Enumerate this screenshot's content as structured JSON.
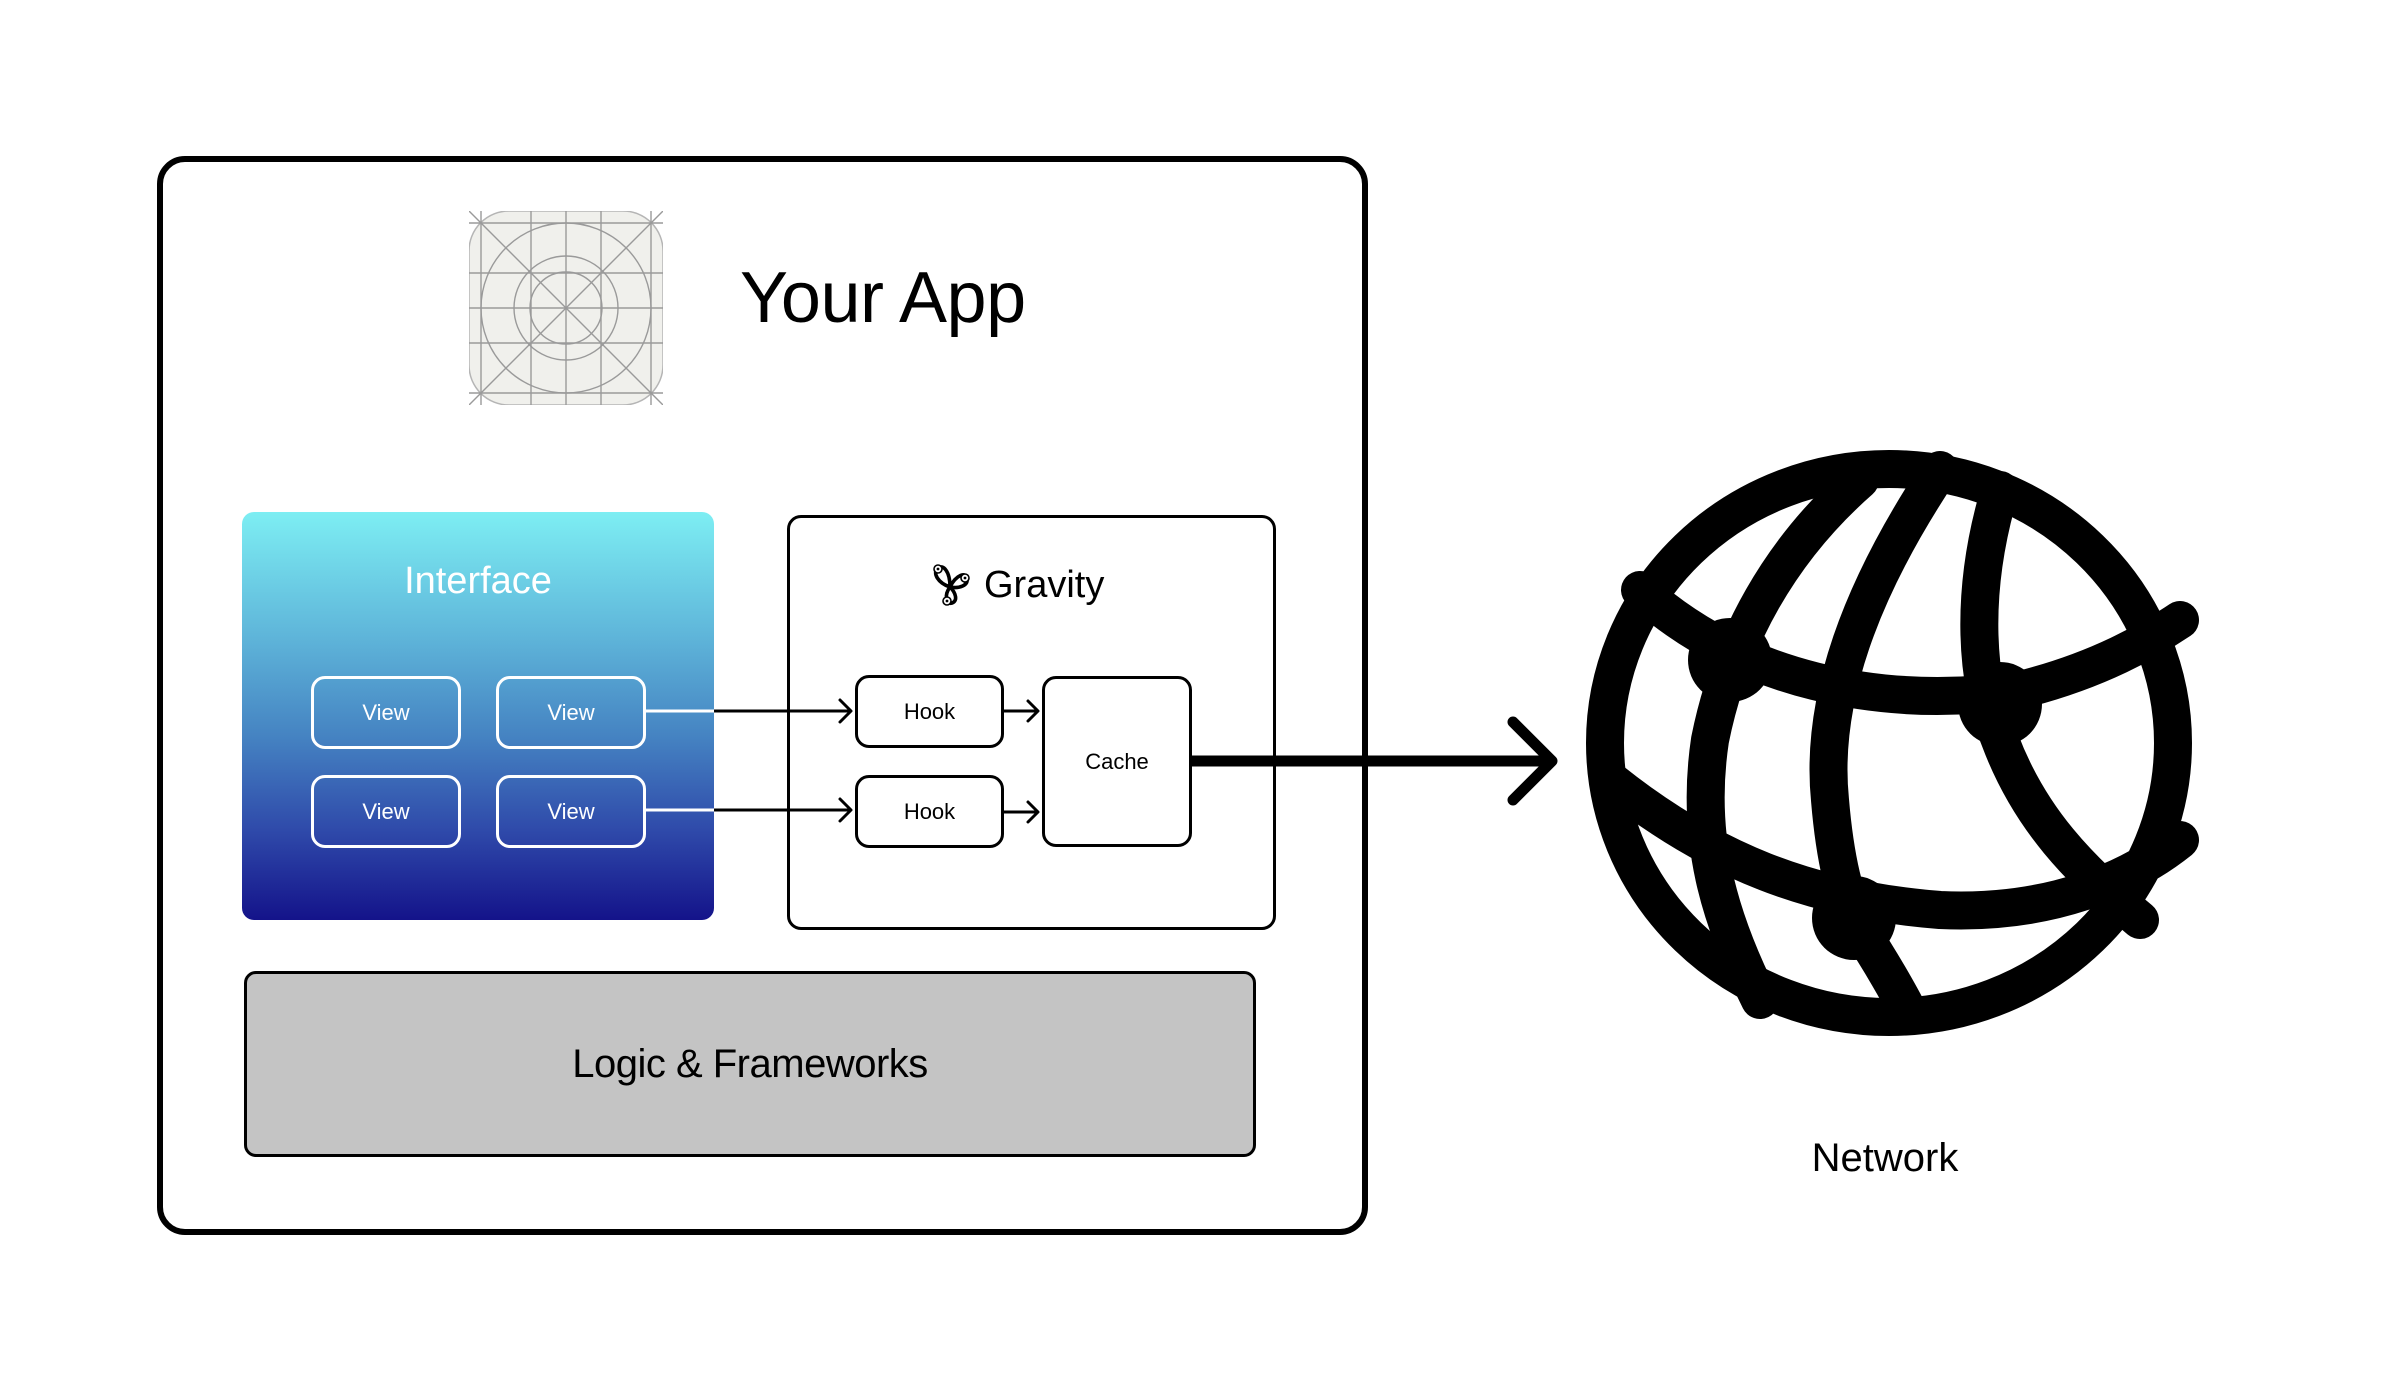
{
  "app": {
    "title": "Your App",
    "icon": "app-icon-grid-template"
  },
  "interface": {
    "title": "Interface",
    "gradient": {
      "top": "#7DEEF3",
      "bottom": "#14138A"
    },
    "views": [
      {
        "label": "View"
      },
      {
        "label": "View"
      },
      {
        "label": "View"
      },
      {
        "label": "View"
      }
    ]
  },
  "gravity": {
    "title": "Gravity",
    "icon": "gravity-knot-icon",
    "hooks": [
      {
        "label": "Hook"
      },
      {
        "label": "Hook"
      }
    ],
    "cache": {
      "label": "Cache"
    }
  },
  "logic": {
    "label": "Logic & Frameworks",
    "fill": "#C4C4C4"
  },
  "network": {
    "label": "Network",
    "icon": "globe-network-icon"
  },
  "connections": [
    {
      "from": "View (row 1, right)",
      "to": "Hook 1"
    },
    {
      "from": "View (row 2, right)",
      "to": "Hook 2"
    },
    {
      "from": "Hook 1",
      "to": "Cache"
    },
    {
      "from": "Hook 2",
      "to": "Cache"
    },
    {
      "from": "Cache",
      "to": "Network"
    }
  ]
}
